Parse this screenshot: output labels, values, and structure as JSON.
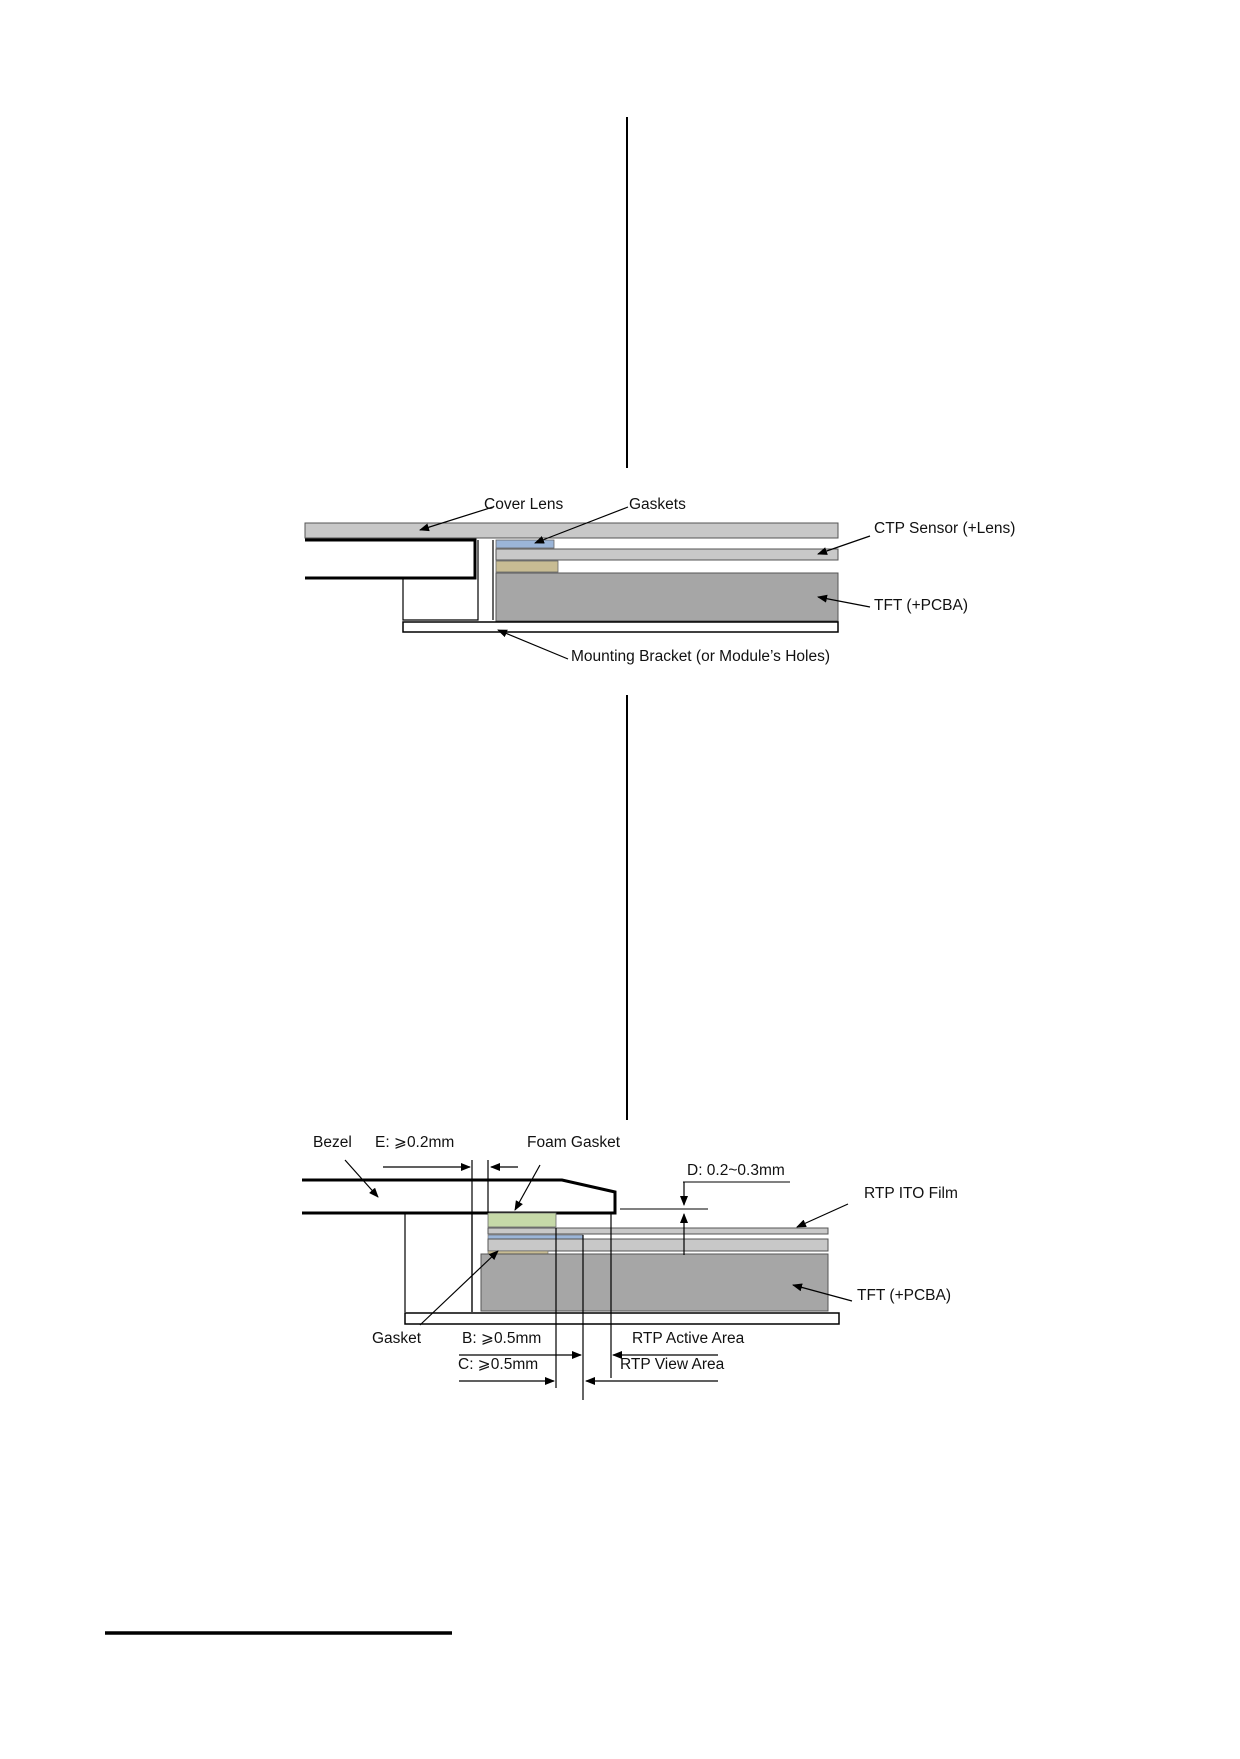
{
  "colors": {
    "grey_layer": "#c8c8c8",
    "dark_tft": "#a6a6a6",
    "gasket_blue": "#9bb5d8",
    "gasket_tan": "#c8bc93",
    "foam_green": "#c6d9a8",
    "line": "#000000"
  },
  "ctp_diagram": {
    "labels": {
      "cover_lens": "Cover Lens",
      "gaskets": "Gaskets",
      "ctp_sensor": "CTP Sensor (+Lens)",
      "tft": "TFT (+PCBA)",
      "mounting_bracket": "Mounting Bracket (or Module’s Holes)"
    }
  },
  "rtp_diagram": {
    "labels": {
      "bezel": "Bezel",
      "e_dim": "E: ⩾0.2mm",
      "foam_gasket": "Foam Gasket",
      "d_dim": "D: 0.2~0.3mm",
      "rtp_ito_film": "RTP ITO Film",
      "tft": "TFT (+PCBA)",
      "gasket": "Gasket",
      "b_dim": "B: ⩾0.5mm",
      "rtp_active_area": "RTP Active Area",
      "c_dim": "C: ⩾0.5mm",
      "rtp_view_area": "RTP View Area"
    }
  }
}
